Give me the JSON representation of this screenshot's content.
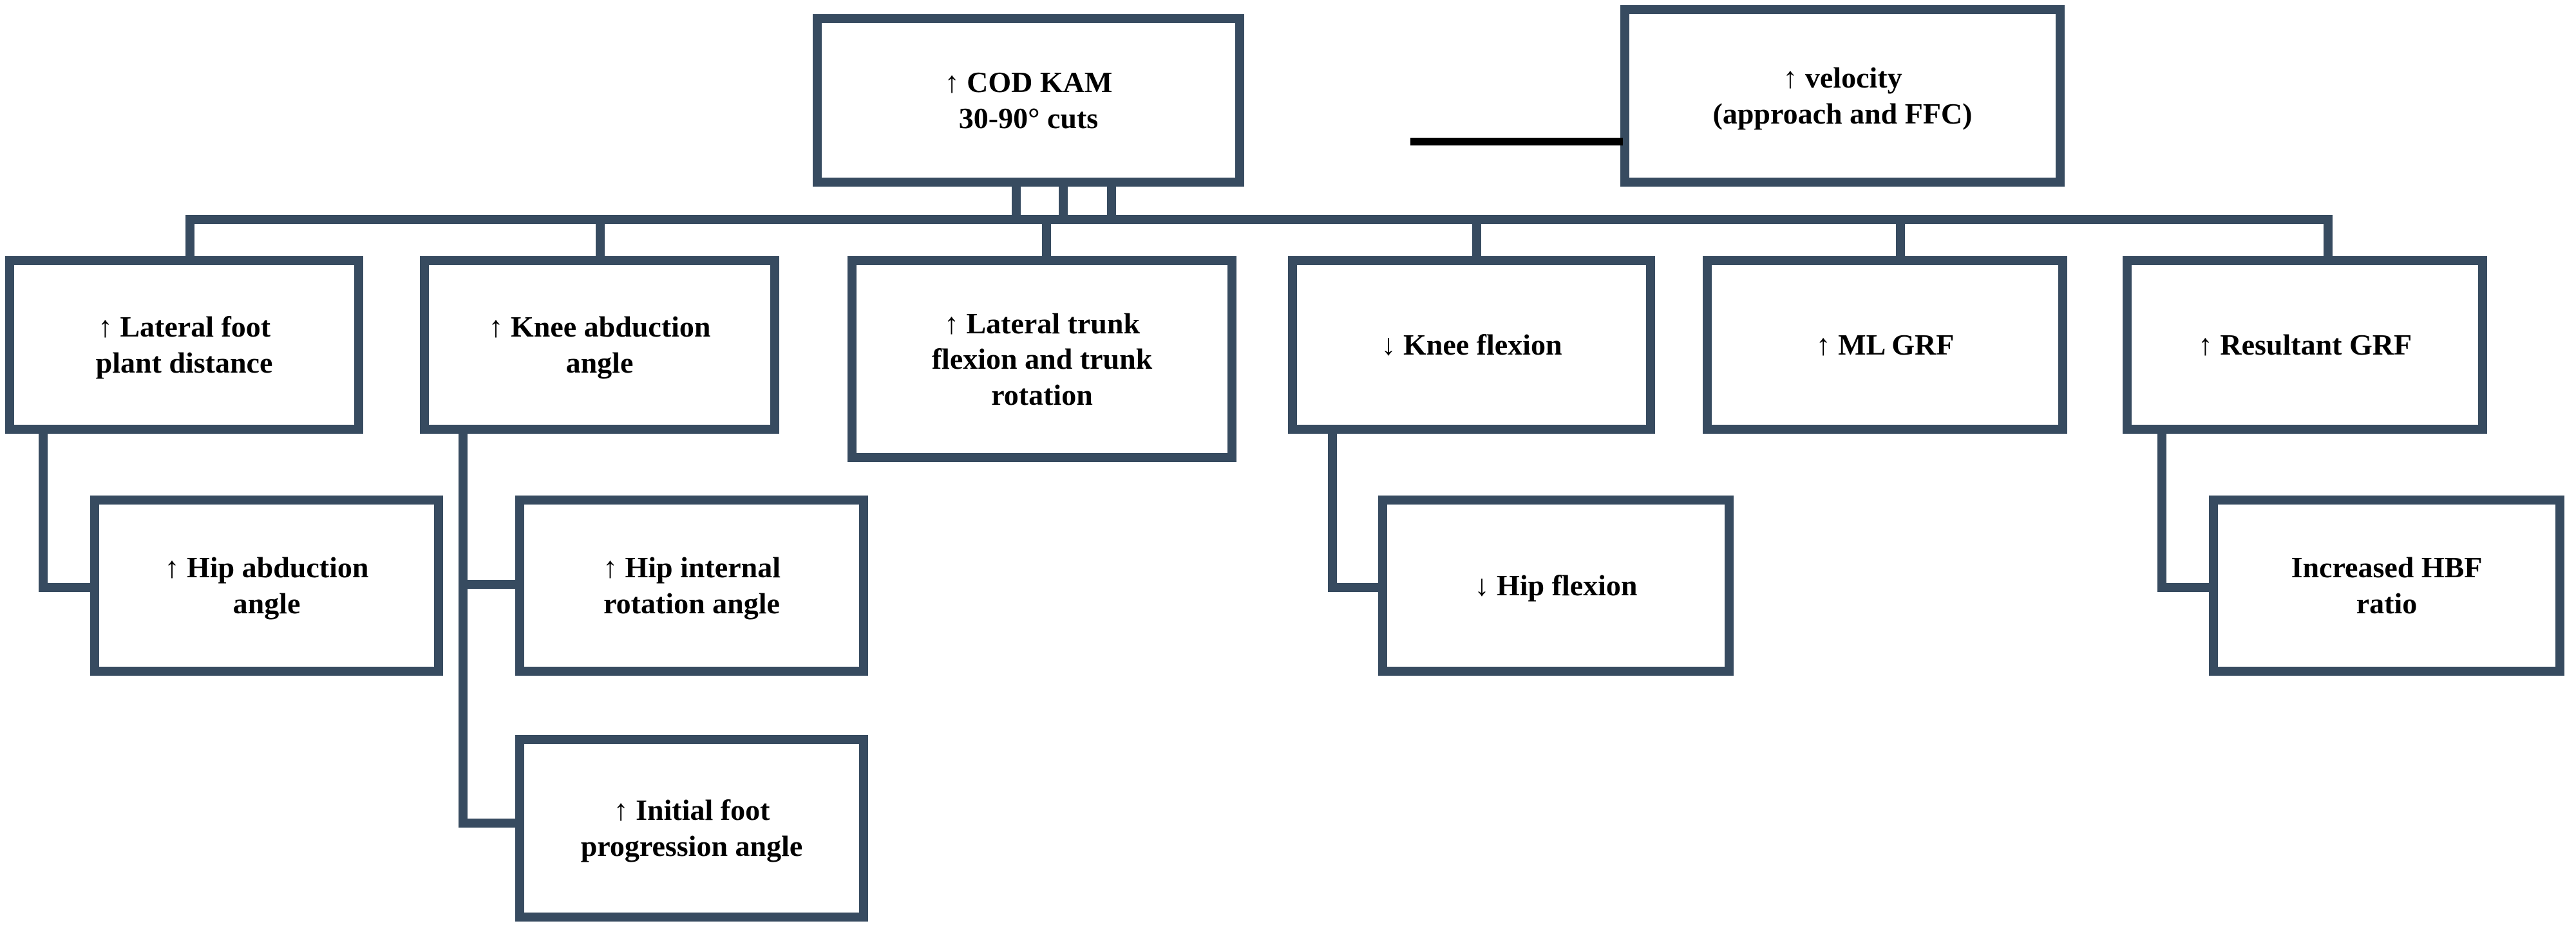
{
  "diagram": {
    "title_box": {
      "id": "cod-kam",
      "label": "↑ COD KAM\n30-90° cuts"
    },
    "velocity_box": {
      "id": "velocity",
      "label": "↑ velocity\n(approach and FFC)"
    },
    "level2": [
      {
        "id": "lateral-foot-plant-distance",
        "label": "↑ Lateral foot\nplant distance"
      },
      {
        "id": "knee-abduction-angle",
        "label": "↑ Knee abduction\nangle"
      },
      {
        "id": "lateral-trunk-flexion-rotation",
        "label": "↑ Lateral trunk\nflexion and trunk\nrotation"
      },
      {
        "id": "knee-flexion",
        "label": "↓ Knee flexion"
      },
      {
        "id": "ml-grf",
        "label": "↑ ML GRF"
      },
      {
        "id": "resultant-grf",
        "label": "↑ Resultant GRF"
      }
    ],
    "level3": [
      {
        "id": "hip-abduction-angle",
        "label": "↑ Hip abduction\nangle",
        "parent": "lateral-foot-plant-distance"
      },
      {
        "id": "hip-internal-rotation-angle",
        "label": "↑ Hip internal\nrotation angle",
        "parent": "knee-abduction-angle"
      },
      {
        "id": "initial-foot-progression-angle",
        "label": "↑ Initial foot\nprogression angle",
        "parent": "knee-abduction-angle"
      },
      {
        "id": "hip-flexion",
        "label": "↓ Hip flexion",
        "parent": "knee-flexion"
      },
      {
        "id": "increased-hbf-ratio",
        "label": "Increased HBF\nratio",
        "parent": "resultant-grf"
      }
    ],
    "colors": {
      "box_border": "#374B60",
      "connector": "#374B60",
      "velocity_link": "#000000",
      "box_fill": "#FFFFFF",
      "text": "#000000"
    }
  }
}
